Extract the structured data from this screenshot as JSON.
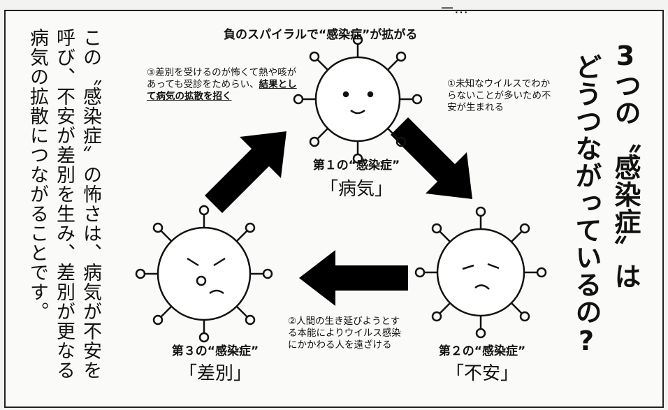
{
  "top_fragment": "ー…",
  "diagram": {
    "heading": "負のスパイラルで“感染症”が拡がる",
    "title_line1": "3つの〝感染症〟は",
    "title_line2": "どうつながっているの?",
    "summary": [
      "この〝感染症〟の怖さは、病気が不安を",
      "呼び、不安が差別を生み、差別が更なる",
      "病気の拡散につながることです。"
    ],
    "nodes": [
      {
        "sub": "第１の“感染症”",
        "name": "「病気」"
      },
      {
        "sub": "第２の“感染症”",
        "name": "「不安」"
      },
      {
        "sub": "第３の“感染症”",
        "name": "「差別」"
      }
    ],
    "note1": "①未知なウイルスでわからないことが多いため不安が生まれる",
    "note2": "②人間の生き延びようとする本能によりウイルス感染にかかわる人を遠ざける",
    "note3_plain": "③差別を受けるのが怖くて熱や咳があっても受診をためらい、",
    "note3_under": "結果として病気の拡散を招く"
  }
}
